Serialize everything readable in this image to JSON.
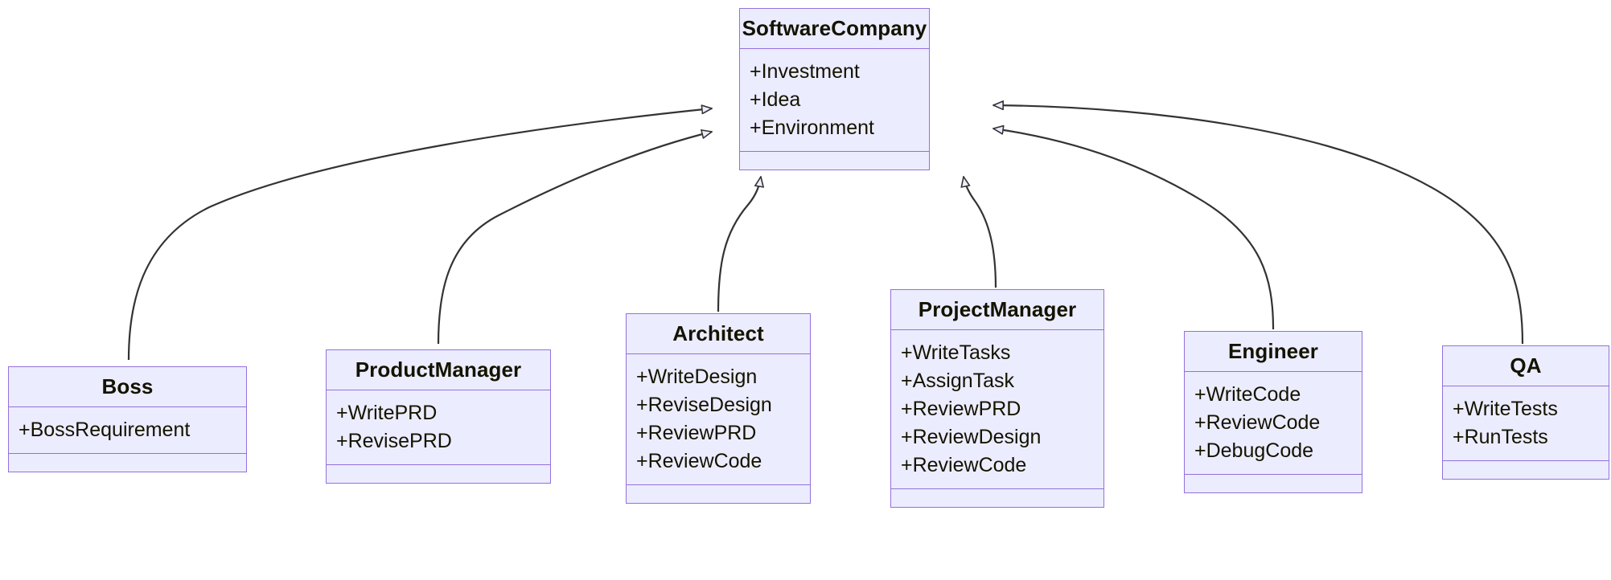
{
  "diagram": {
    "type": "uml-class-diagram",
    "title": "",
    "colors": {
      "node_fill": "#ECECFF",
      "node_border": "#9370DB",
      "text": "#131300",
      "edge": "#333333",
      "background": "#FFFFFF"
    },
    "classes": [
      {
        "id": "software-company",
        "name": "SoftwareCompany",
        "attributes": [
          "+Investment",
          "+Idea",
          "+Environment"
        ],
        "methods": []
      },
      {
        "id": "boss",
        "name": "Boss",
        "attributes": [
          "+BossRequirement"
        ],
        "methods": []
      },
      {
        "id": "product-manager",
        "name": "ProductManager",
        "attributes": [
          "+WritePRD",
          "+RevisePRD"
        ],
        "methods": []
      },
      {
        "id": "architect",
        "name": "Architect",
        "attributes": [
          "+WriteDesign",
          "+ReviseDesign",
          "+ReviewPRD",
          "+ReviewCode"
        ],
        "methods": []
      },
      {
        "id": "project-manager",
        "name": "ProjectManager",
        "attributes": [
          "+WriteTasks",
          "+AssignTask",
          "+ReviewPRD",
          "+ReviewDesign",
          "+ReviewCode"
        ],
        "methods": []
      },
      {
        "id": "engineer",
        "name": "Engineer",
        "attributes": [
          "+WriteCode",
          "+ReviewCode",
          "+DebugCode"
        ],
        "methods": []
      },
      {
        "id": "qa",
        "name": "QA",
        "attributes": [
          "+WriteTests",
          "+RunTests"
        ],
        "methods": []
      }
    ],
    "relationships": [
      {
        "from": "boss",
        "to": "software-company",
        "type": "generalization",
        "label": ""
      },
      {
        "from": "product-manager",
        "to": "software-company",
        "type": "generalization",
        "label": ""
      },
      {
        "from": "architect",
        "to": "software-company",
        "type": "generalization",
        "label": ""
      },
      {
        "from": "project-manager",
        "to": "software-company",
        "type": "generalization",
        "label": ""
      },
      {
        "from": "engineer",
        "to": "software-company",
        "type": "generalization",
        "label": ""
      },
      {
        "from": "qa",
        "to": "software-company",
        "type": "generalization",
        "label": ""
      }
    ]
  }
}
